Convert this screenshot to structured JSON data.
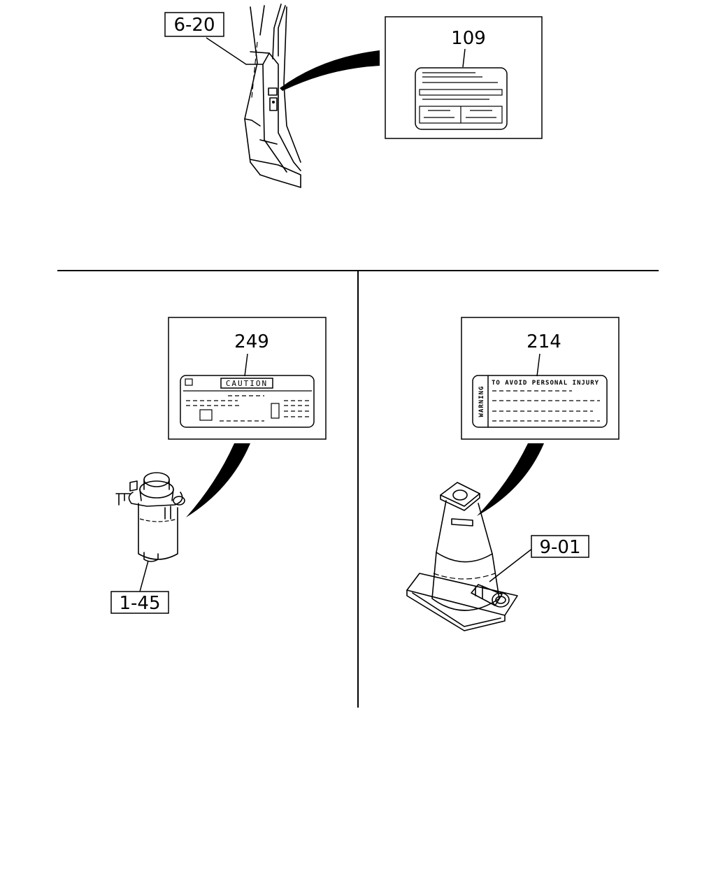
{
  "callouts": {
    "c_6_20": "6-20",
    "c_109": "109",
    "c_249": "249",
    "c_214": "214",
    "c_1_45": "1-45",
    "c_9_01": "9-01"
  },
  "labels": {
    "caution": "CAUTION",
    "warning": "WARNING",
    "warning_text": "TO AVOID PERSONAL INJURY"
  }
}
